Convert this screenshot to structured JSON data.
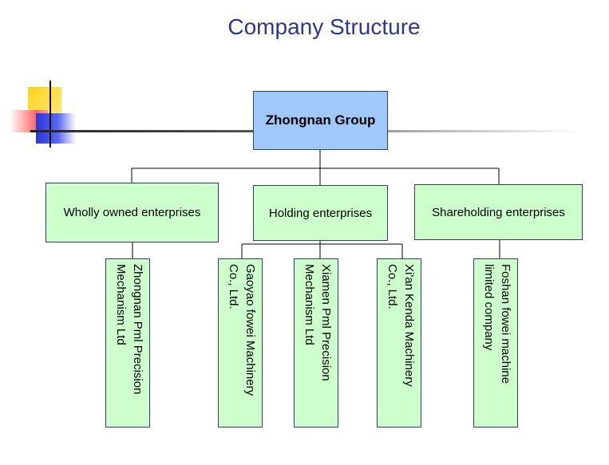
{
  "title": "Company Structure",
  "root": "Zhongnan Group",
  "groups": [
    {
      "label": "Wholly owned enterprises"
    },
    {
      "label": "Holding enterprises"
    },
    {
      "label": "Shareholding enterprises"
    }
  ],
  "companies": [
    {
      "line1": "Zhongnan Pml Precision",
      "line2": "Mechanism Ltd"
    },
    {
      "line1": "Gaoyao fowei Machinery",
      "line2": "Co., Ltd."
    },
    {
      "line1": "Xiamen Pml Precision",
      "line2": "Mechanism Ltd"
    },
    {
      "line1": "Xi'an Kenda Machinery",
      "line2": "Co., Ltd."
    },
    {
      "line1": "Foshan fowei machine",
      "line2": "limited company"
    }
  ],
  "colors": {
    "root_fill": "#a0c8f8",
    "node_fill": "#ccffcc",
    "title": "#2e3592"
  }
}
